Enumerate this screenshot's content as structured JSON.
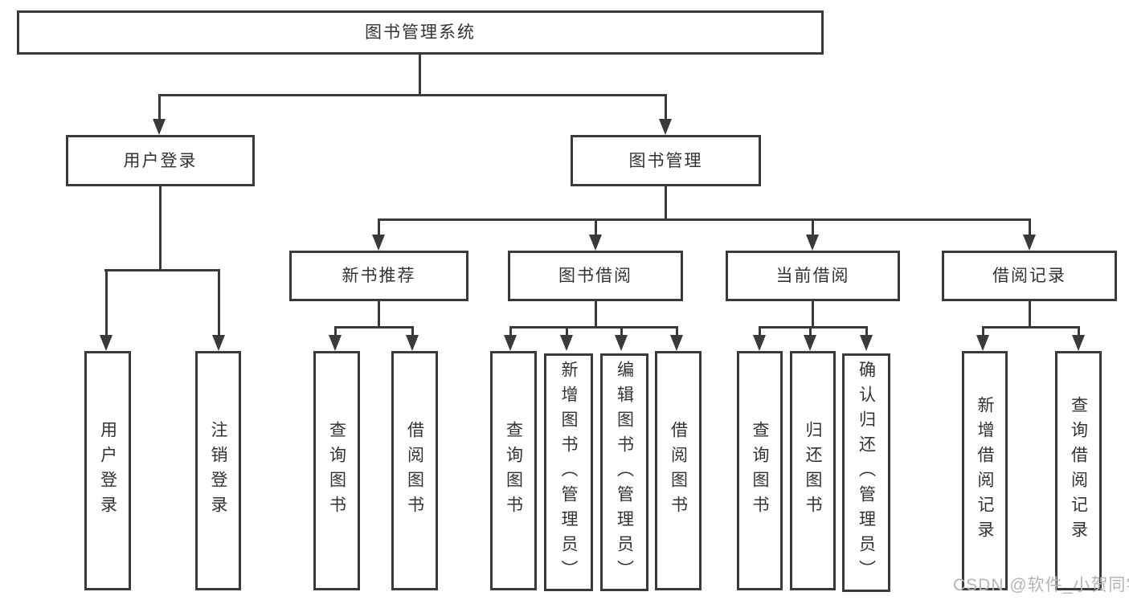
{
  "tree": {
    "root": "图书管理系统",
    "branches": [
      {
        "label": "用户登录",
        "children": [
          "用户登录",
          "注销登录"
        ]
      },
      {
        "label": "图书管理",
        "children": [
          {
            "label": "新书推荐",
            "children": [
              "查询图书",
              "借阅图书"
            ]
          },
          {
            "label": "图书借阅",
            "children": [
              "查询图书",
              "新增图书（管理员）",
              "编辑图书（管理员）",
              "借阅图书"
            ]
          },
          {
            "label": "当前借阅",
            "children": [
              "查询图书",
              "归还图书",
              "确认归还（管理员）"
            ]
          },
          {
            "label": "借阅记录",
            "children": [
              "新增借阅记录",
              "查询借阅记录"
            ]
          }
        ]
      }
    ]
  },
  "watermark": "CSDN @软件_小贺同学",
  "colors": {
    "line": "#3a3a3a",
    "text": "#333333",
    "watermark": "#b5b5b5",
    "background": "#ffffff"
  }
}
